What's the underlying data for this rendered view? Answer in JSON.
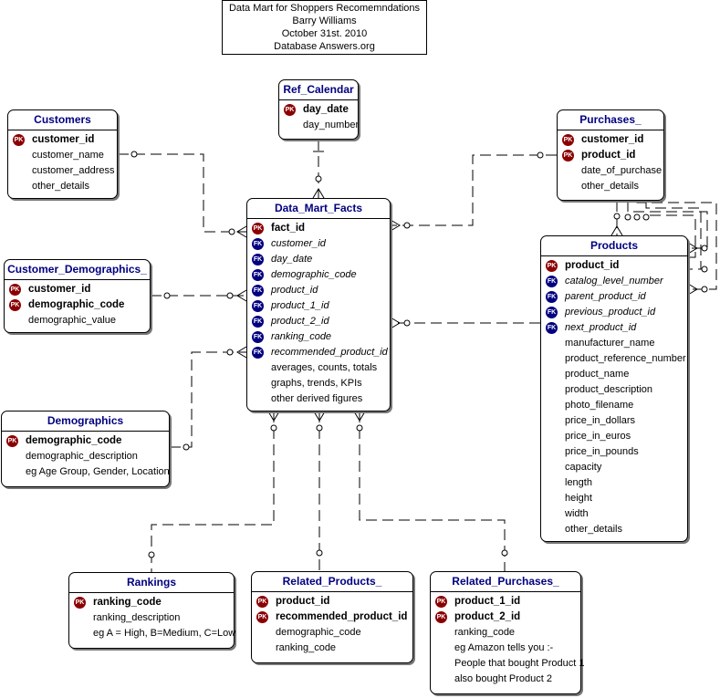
{
  "header": {
    "line1": "Data Mart for Shoppers Recomemndations",
    "line2": "Barry Williams",
    "line3": "October 31st. 2010",
    "line4": "Database Answers.org"
  },
  "badges": {
    "pk": "PK",
    "fk": "FK"
  },
  "entities": {
    "customers": {
      "title": "Customers",
      "attributes": [
        {
          "name": "customer_id",
          "key": "pk"
        },
        {
          "name": "customer_name",
          "key": ""
        },
        {
          "name": "customer_address",
          "key": ""
        },
        {
          "name": "other_details",
          "key": ""
        }
      ]
    },
    "ref_calendar": {
      "title": "Ref_Calendar",
      "attributes": [
        {
          "name": "day_date",
          "key": "pk"
        },
        {
          "name": "day_number",
          "key": ""
        }
      ]
    },
    "purchases": {
      "title": "Purchases_",
      "attributes": [
        {
          "name": "customer_id",
          "key": "pk"
        },
        {
          "name": "product_id",
          "key": "pk"
        },
        {
          "name": "date_of_purchase",
          "key": ""
        },
        {
          "name": "other_details",
          "key": ""
        }
      ]
    },
    "customer_demographics": {
      "title": "Customer_Demographics_",
      "attributes": [
        {
          "name": "customer_id",
          "key": "pk"
        },
        {
          "name": "demographic_code",
          "key": "pk"
        },
        {
          "name": "demographic_value",
          "key": ""
        }
      ]
    },
    "data_mart_facts": {
      "title": "Data_Mart_Facts",
      "attributes": [
        {
          "name": "fact_id",
          "key": "pk"
        },
        {
          "name": "customer_id",
          "key": "fk"
        },
        {
          "name": "day_date",
          "key": "fk"
        },
        {
          "name": "demographic_code",
          "key": "fk"
        },
        {
          "name": "product_id",
          "key": "fk"
        },
        {
          "name": "product_1_id",
          "key": "fk"
        },
        {
          "name": "product_2_id",
          "key": "fk"
        },
        {
          "name": "ranking_code",
          "key": "fk"
        },
        {
          "name": "recommended_product_id",
          "key": "fk"
        },
        {
          "name": "averages, counts, totals",
          "key": ""
        },
        {
          "name": "graphs, trends, KPIs",
          "key": ""
        },
        {
          "name": "other derived figures",
          "key": ""
        }
      ]
    },
    "products": {
      "title": "Products",
      "attributes": [
        {
          "name": "product_id",
          "key": "pk"
        },
        {
          "name": "catalog_level_number",
          "key": "fk"
        },
        {
          "name": "parent_product_id",
          "key": "fk"
        },
        {
          "name": "previous_product_id",
          "key": "fk"
        },
        {
          "name": "next_product_id",
          "key": "fk"
        },
        {
          "name": "manufacturer_name",
          "key": ""
        },
        {
          "name": "product_reference_number",
          "key": ""
        },
        {
          "name": "product_name",
          "key": ""
        },
        {
          "name": "product_description",
          "key": ""
        },
        {
          "name": "photo_filename",
          "key": ""
        },
        {
          "name": "price_in_dollars",
          "key": ""
        },
        {
          "name": "price_in_euros",
          "key": ""
        },
        {
          "name": "price_in_pounds",
          "key": ""
        },
        {
          "name": "capacity",
          "key": ""
        },
        {
          "name": "length",
          "key": ""
        },
        {
          "name": "height",
          "key": ""
        },
        {
          "name": "width",
          "key": ""
        },
        {
          "name": "other_details",
          "key": ""
        }
      ]
    },
    "demographics": {
      "title": "Demographics",
      "attributes": [
        {
          "name": "demographic_code",
          "key": "pk"
        },
        {
          "name": "demographic_description",
          "key": ""
        },
        {
          "name": "eg Age Group, Gender, Location",
          "key": ""
        }
      ]
    },
    "rankings": {
      "title": "Rankings",
      "attributes": [
        {
          "name": "ranking_code",
          "key": "pk"
        },
        {
          "name": "ranking_description",
          "key": ""
        },
        {
          "name": "eg A = High, B=Medium, C=Low",
          "key": ""
        }
      ]
    },
    "related_products": {
      "title": "Related_Products_",
      "attributes": [
        {
          "name": "product_id",
          "key": "pk"
        },
        {
          "name": "recommended_product_id",
          "key": "pk"
        },
        {
          "name": "demographic_code",
          "key": ""
        },
        {
          "name": "ranking_code",
          "key": ""
        }
      ]
    },
    "related_purchases": {
      "title": "Related_Purchases_",
      "attributes": [
        {
          "name": "product_1_id",
          "key": "pk"
        },
        {
          "name": "product_2_id",
          "key": "pk"
        },
        {
          "name": "ranking_code",
          "key": ""
        },
        {
          "name": "eg Amazon tells you :-",
          "key": ""
        },
        {
          "name": "People that bought Product 1",
          "key": ""
        },
        {
          "name": "also bought Product 2",
          "key": ""
        }
      ]
    }
  }
}
